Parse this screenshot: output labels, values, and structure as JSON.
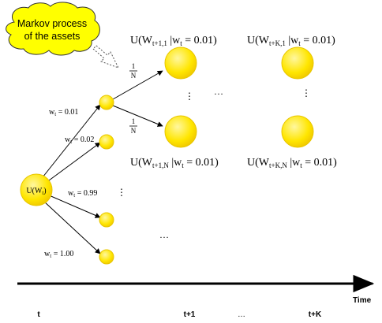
{
  "callout": {
    "line1": "Markov process",
    "line2": "of the assets",
    "fill_color": "#ffff00"
  },
  "colors": {
    "node_fill": "#ffeb3b",
    "node_stroke": "#e8c600",
    "line": "#000000"
  },
  "root_node": {
    "label": "U(W",
    "sub": "t",
    "close": ")"
  },
  "branches": [
    {
      "w": "w",
      "sub": "t",
      "eq": " = 0.01"
    },
    {
      "w": "w",
      "sub": "t",
      "eq": " = 0.02"
    },
    {
      "w": "w",
      "sub": "t",
      "eq": " = 0.99"
    },
    {
      "w": "w",
      "sub": "t",
      "eq": " = 1.00"
    }
  ],
  "transition_prob": {
    "num": "1",
    "den": "N"
  },
  "utility_labels": {
    "top_left": {
      "pre": "U(W",
      "sub": "t+1,1",
      "mid": " |w",
      "sub2": "t",
      "post": " = 0.01)"
    },
    "top_right": {
      "pre": "U(W",
      "sub": "t+K,1",
      "mid": " |w",
      "sub2": "t",
      "post": " = 0.01)"
    },
    "bottom_left": {
      "pre": "U(W",
      "sub": "t+1,N",
      "mid": " |w",
      "sub2": "t",
      "post": " = 0.01)"
    },
    "bottom_right": {
      "pre": "U(W",
      "sub": "t+K,N",
      "mid": " |w",
      "sub2": "t",
      "post": " = 0.01)"
    }
  },
  "ellipsis": {
    "vertical": "⋮",
    "horizontal": "…"
  },
  "timeline": {
    "axis_label": "Time",
    "ticks": [
      "t",
      "t+1",
      "…",
      "t+K"
    ]
  }
}
